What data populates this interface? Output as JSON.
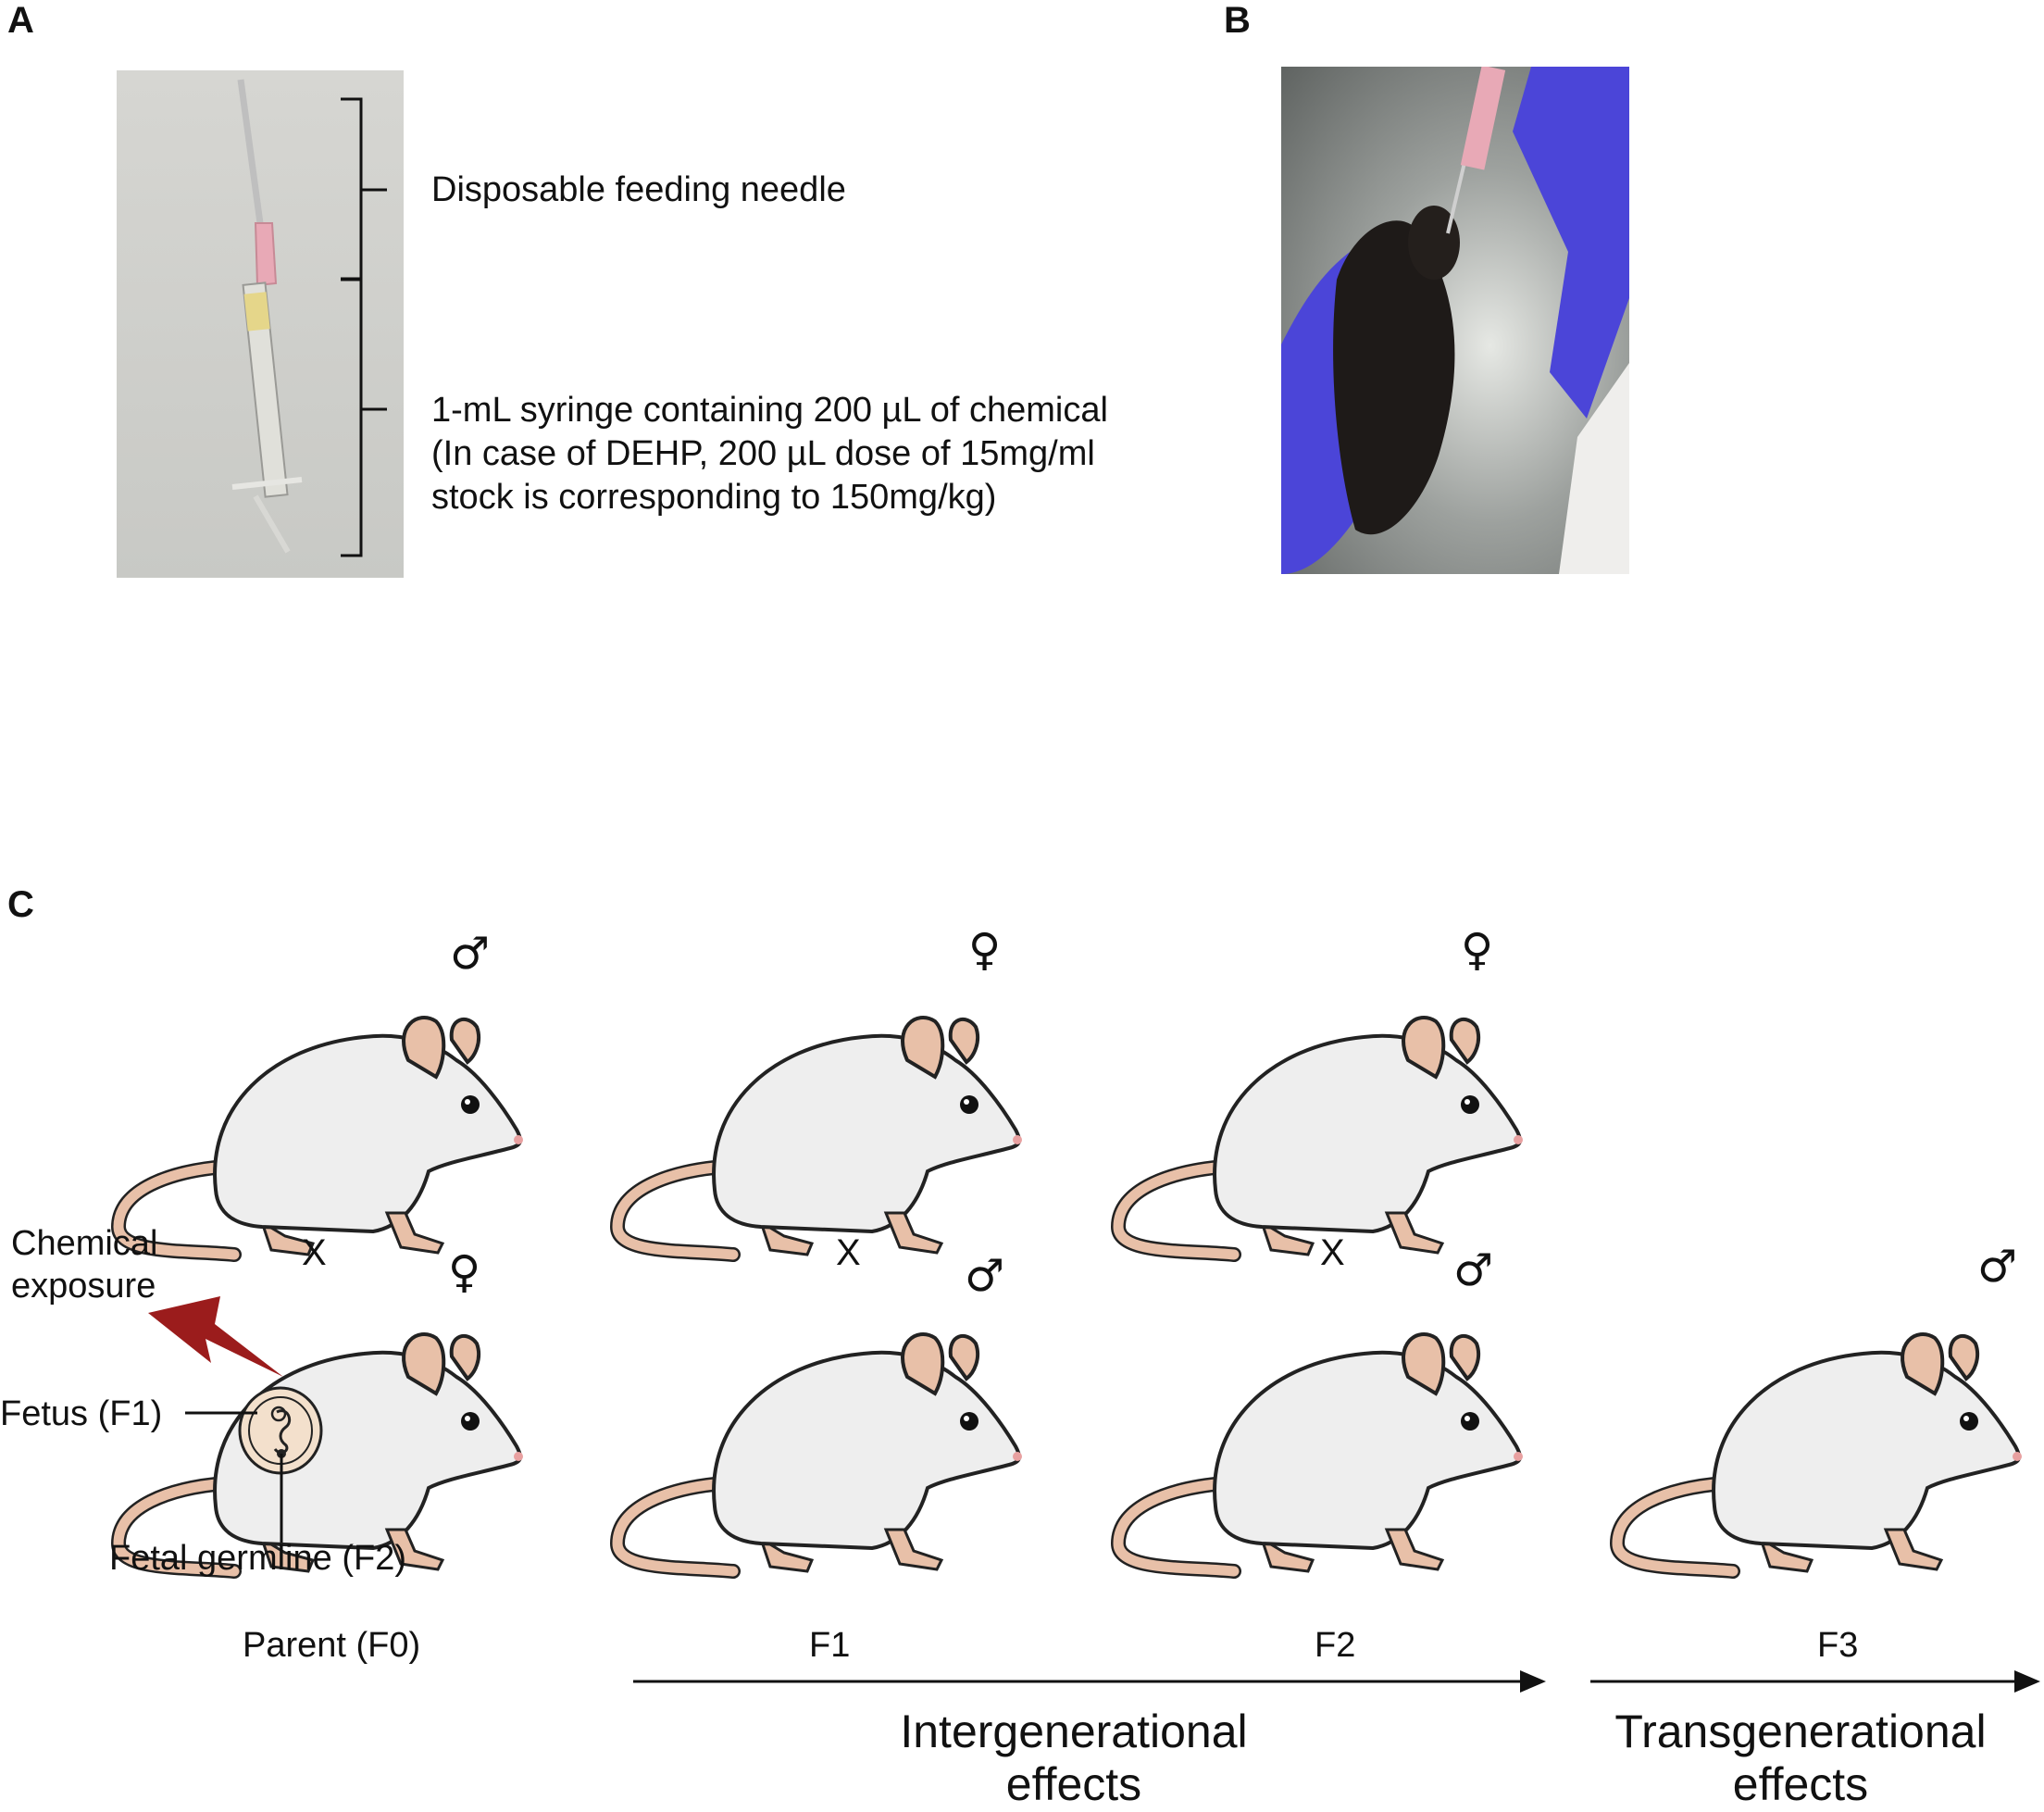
{
  "panels": {
    "a": "A",
    "b": "B",
    "c": "C"
  },
  "panel_a": {
    "needle_label": "Disposable feeding needle",
    "syringe_lines": [
      "1-mL syringe containing 200 µL of chemical",
      "(In case of DEHP, 200 µL dose of 15mg/ml",
      "stock is corresponding to 150mg/kg)"
    ]
  },
  "panel_c": {
    "cross": "X",
    "male": "♂",
    "female": "♀",
    "exposure_lines": [
      "Chemical",
      "exposure"
    ],
    "fetus": "Fetus (F1)",
    "germline": "Fetal germline (F2)",
    "generations": {
      "f0": "Parent (F0)",
      "f1": "F1",
      "f2": "F2",
      "f3": "F3"
    },
    "intergenerational_lines": [
      "Intergenerational",
      "effects"
    ],
    "transgenerational_lines": [
      "Transgenerational",
      "effects"
    ]
  },
  "colors": {
    "mouse_body": "#eeeeee",
    "mouse_pink": "#e8c0a8",
    "lightning": "#9b1c1c",
    "glove": "#4b45d8",
    "photo_bg_a": "#cfd0cc",
    "photo_bg_b": "#6f7270"
  }
}
